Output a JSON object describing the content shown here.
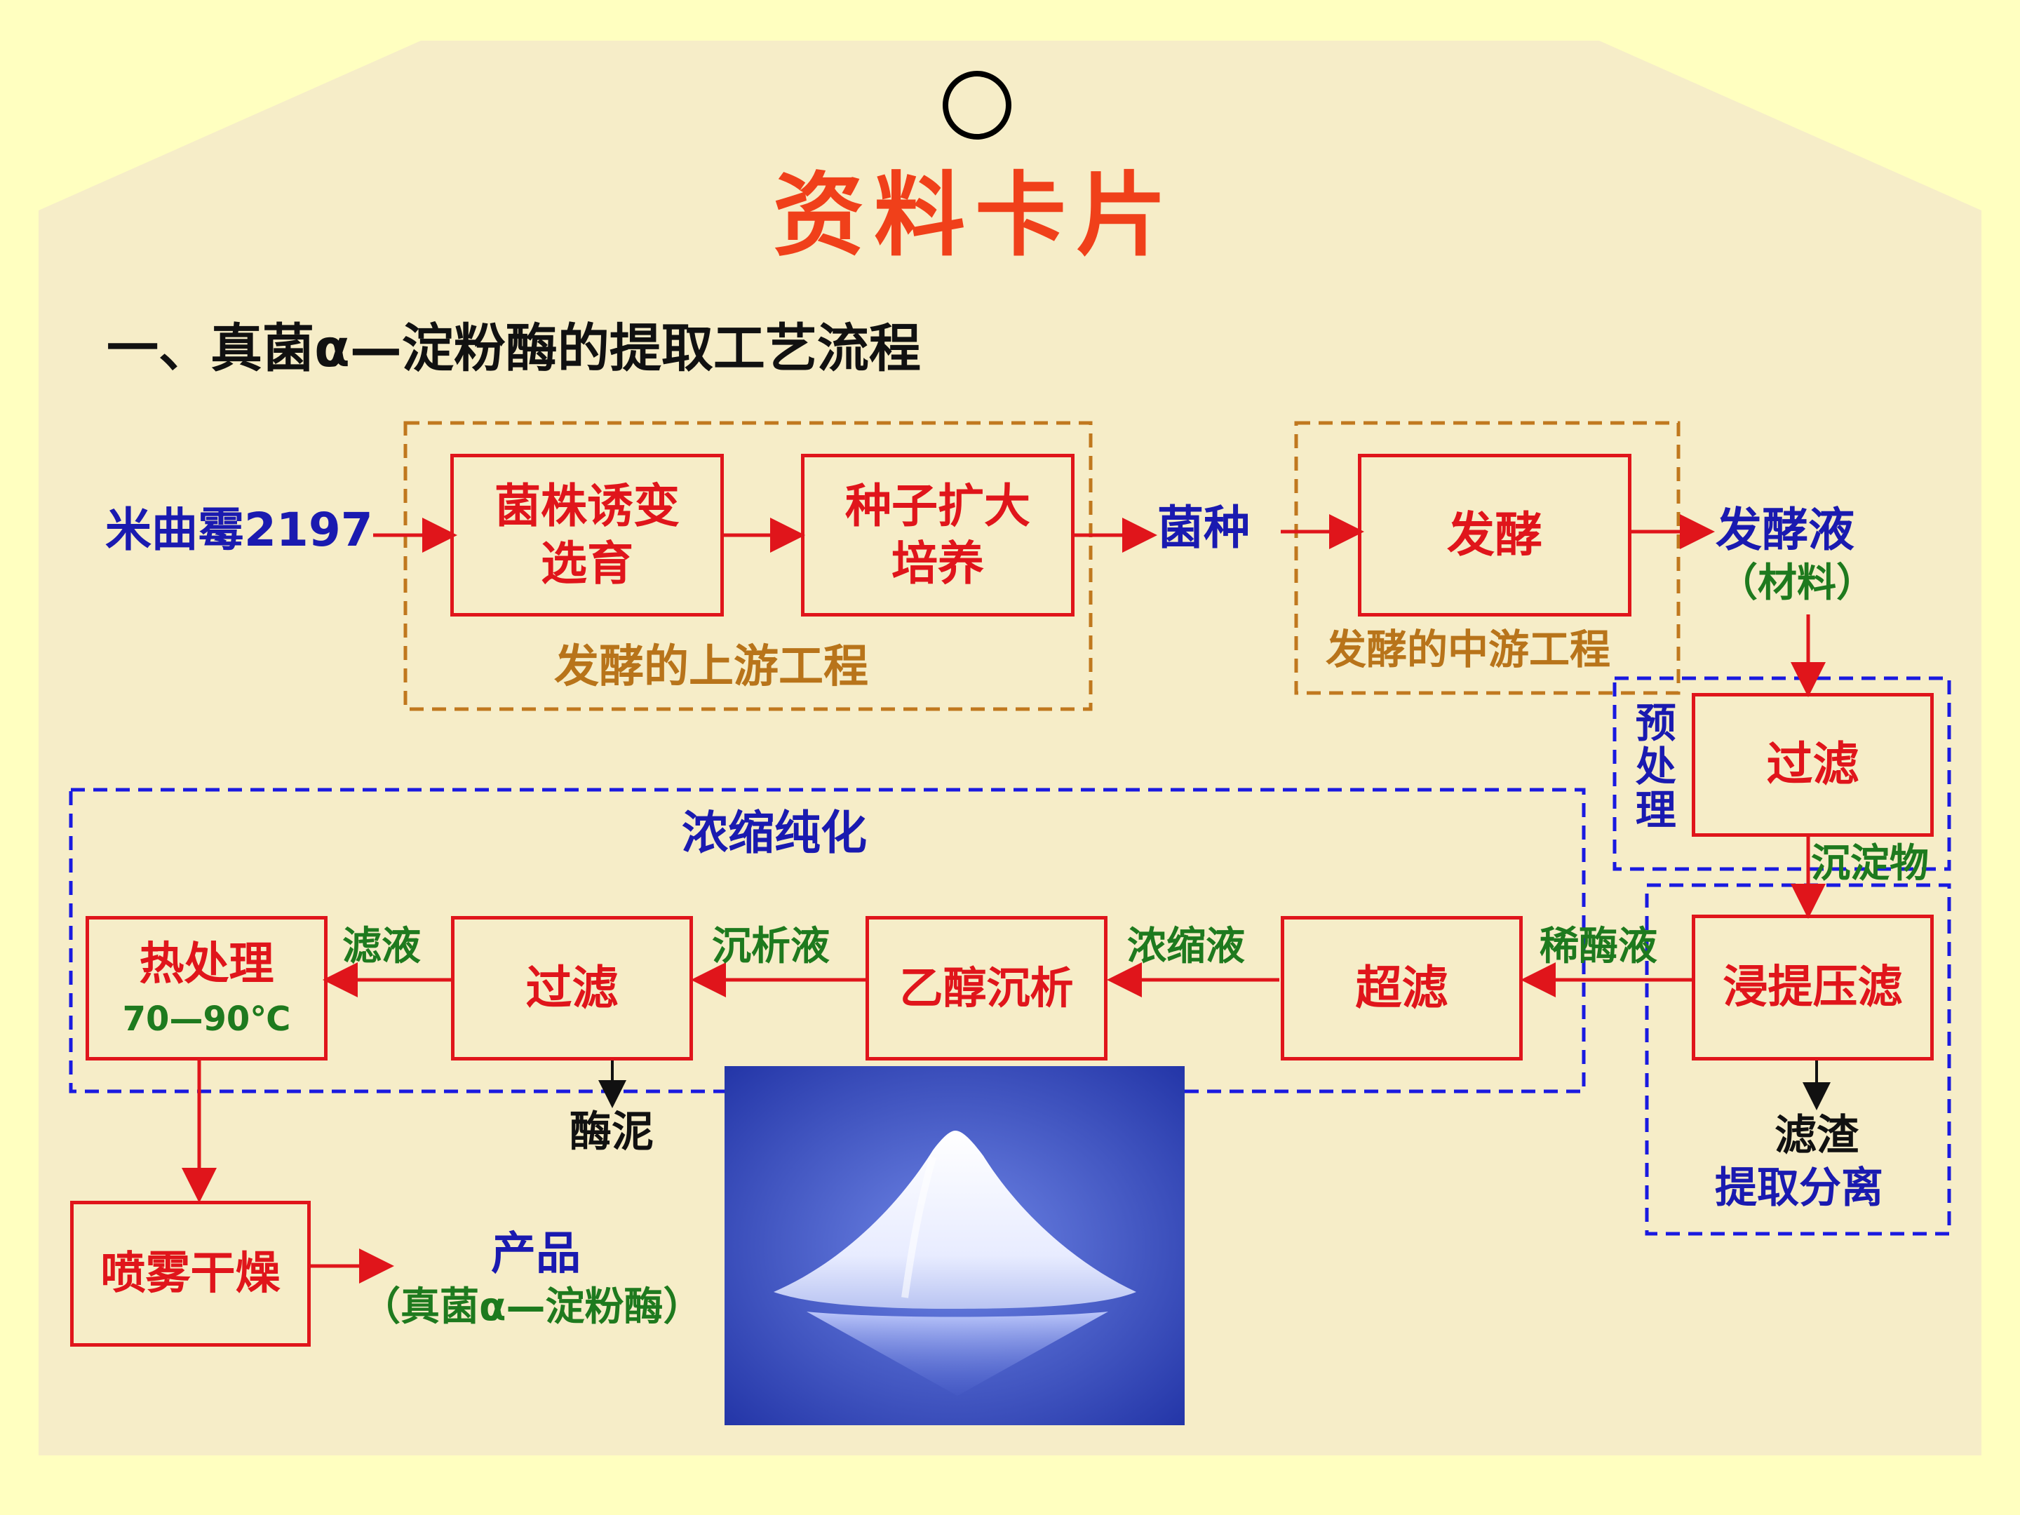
{
  "colors": {
    "background": "#FFFFC0",
    "card": "#F6EDC8",
    "red": "#E0151B",
    "blue": "#1A1AB0",
    "green": "#1E7A1E",
    "orange": "#B8741A",
    "dashed_blue": "#1A1AE0",
    "dashed_orange": "#C0781E",
    "title": "#F0401A"
  },
  "card": {
    "title": "资料卡片",
    "subtitle": "一、真菌α—淀粉酶的提取工艺流程"
  },
  "upstream": {
    "source": "米曲霉2197",
    "box_mutation": "菌株诱变\n选育",
    "box_culture": "种子扩大\n培养",
    "group_label": "发酵的上游工程",
    "output": "菌种"
  },
  "midstream": {
    "box_ferment": "发酵",
    "group_label": "发酵的中游工程",
    "output": "发酵液",
    "output_note": "（材料）"
  },
  "pretreatment": {
    "group_label": "预处理",
    "box_filter": "过滤",
    "sediment_label": "沉淀物"
  },
  "extraction": {
    "box_leach": "浸提压滤",
    "residue": "滤渣",
    "group_label": "提取分离",
    "dilute_label": "稀酶液"
  },
  "purification": {
    "group_label": "浓缩纯化",
    "box_ultra": "超滤",
    "conc_label": "浓缩液",
    "box_ethanol": "乙醇沉析",
    "precip_label": "沉析液",
    "box_filter2": "过滤",
    "sludge": "酶泥",
    "filtrate_label": "滤液",
    "box_heat": "热处理",
    "heat_temp": "70—90℃"
  },
  "final": {
    "box_spray": "喷雾干燥",
    "product": "产品",
    "product_note": "（真菌α—淀粉酶）"
  }
}
